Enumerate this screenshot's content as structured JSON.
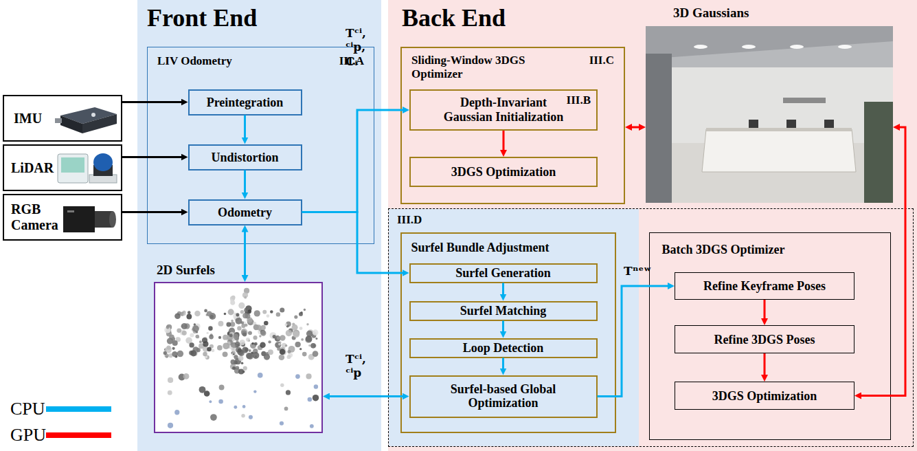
{
  "diagram": {
    "nodes": [
      {
        "text": [
          "IMU"
        ]
      },
      {
        "text": [
          "LiDAR"
        ]
      },
      {
        "text": [
          "RGB Camera"
        ]
      },
      {
        "text": [
          "Front End"
        ]
      },
      {
        "text": [
          "LIV Odometry",
          "III.A"
        ],
        "in": 3
      },
      {
        "text": [
          "Preintegration"
        ],
        "in": 4
      },
      {
        "text": [
          "Undistortion"
        ],
        "in": 4
      },
      {
        "text": [
          "Odometry"
        ],
        "in": 4
      },
      {
        "text": [
          "2D Surfels"
        ],
        "in": 3
      },
      {
        "text": [
          "Back End"
        ]
      },
      {
        "text": [
          "Sliding-Window 3DGS Optimizer",
          "III.C"
        ],
        "in": 9
      },
      {
        "text": [
          "Depth-Invariant Gaussian Initialization",
          "III.B"
        ],
        "in": 10
      },
      {
        "text": [
          "3DGS Optimization"
        ],
        "in": 10
      },
      {
        "text": [
          "3D Gaussians"
        ],
        "in": 9
      },
      {
        "text": [
          "III.D"
        ],
        "in": 9
      },
      {
        "text": [
          "Surfel Bundle Adjustment"
        ],
        "in": 14
      },
      {
        "text": [
          "Surfel Generation"
        ],
        "in": 15
      },
      {
        "text": [
          "Surfel Matching"
        ],
        "in": 15
      },
      {
        "text": [
          "Loop Detection"
        ],
        "in": 15
      },
      {
        "text": [
          "Surfel-based Global Optimization"
        ],
        "in": 15
      },
      {
        "text": [
          "Batch 3DGS Optimizer"
        ],
        "in": 14
      },
      {
        "text": [
          "Refine Keyframe Poses"
        ],
        "in": 20
      },
      {
        "text": [
          "Refine 3DGS Poses"
        ],
        "in": 20
      },
      {
        "text": [
          "3DGS Optimization"
        ],
        "in": 20
      }
    ],
    "edges": [
      {
        "from": 0,
        "to": 5,
        "arrow": "to"
      },
      {
        "from": 1,
        "to": 6,
        "arrow": "to"
      },
      {
        "from": 2,
        "to": 7,
        "arrow": "to"
      },
      {
        "from": 5,
        "to": 6,
        "arrow": "to"
      },
      {
        "from": 6,
        "to": 7,
        "arrow": "to"
      },
      {
        "from": 7,
        "to": 8,
        "arrow": "both"
      },
      {
        "from": 7,
        "to": 11,
        "arrow": "to",
        "label": "Tᶜⁱ, ᶜⁱp, Cᵢ"
      },
      {
        "from": 7,
        "to": 16,
        "arrow": "to",
        "label": "Tᶜⁱ, ᶜⁱp"
      },
      {
        "from": 11,
        "to": 12,
        "arrow": "to"
      },
      {
        "from": 10,
        "to": 13,
        "arrow": "both"
      },
      {
        "from": 16,
        "to": 17,
        "arrow": "to"
      },
      {
        "from": 17,
        "to": 18,
        "arrow": "to"
      },
      {
        "from": 18,
        "to": 19,
        "arrow": "to"
      },
      {
        "from": 19,
        "to": 8,
        "arrow": "both"
      },
      {
        "from": 19,
        "to": 21,
        "arrow": "to",
        "label": "Tⁿᵉʷ"
      },
      {
        "from": 21,
        "to": 22,
        "arrow": "to"
      },
      {
        "from": 22,
        "to": 23,
        "arrow": "to"
      },
      {
        "from": 23,
        "to": 13,
        "arrow": "both"
      }
    ],
    "legend": [
      {
        "text": "CPU",
        "color": "#00b0f0"
      },
      {
        "text": "GPU",
        "color": "#ff0000"
      }
    ]
  }
}
